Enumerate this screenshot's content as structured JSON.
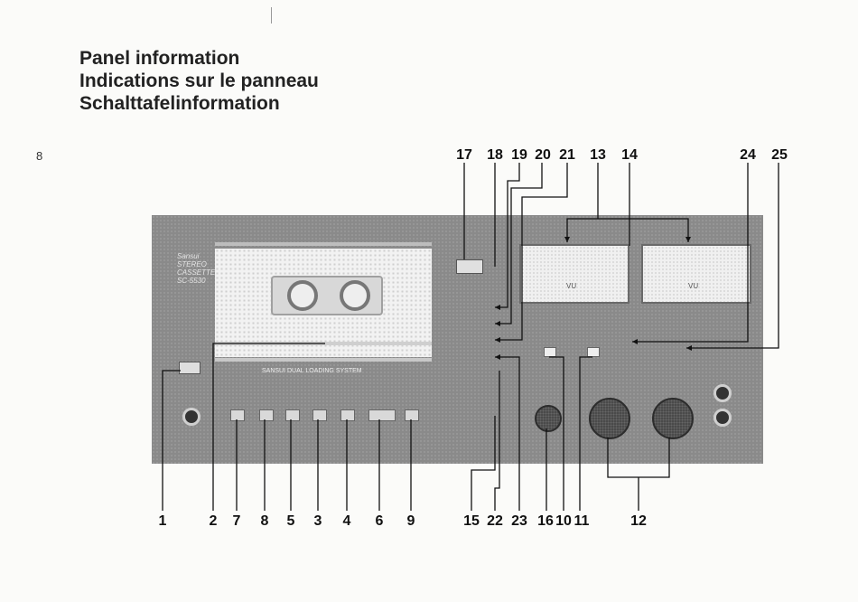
{
  "page": {
    "titles": [
      "Panel information",
      "Indications sur le panneau",
      "Schalttafelinformation"
    ],
    "page_number": "8"
  },
  "panel_text": {
    "brand": "Sansui",
    "model_line1": "STEREO",
    "model_line2": "CASSETTE DECK",
    "model_line3": "SC-5530",
    "vu_left": "VU",
    "vu_right": "VU",
    "cassette_caption": "SANSUI DUAL LOADING SYSTEM"
  },
  "callouts_top": [
    "17",
    "18",
    "19",
    "20",
    "21",
    "13",
    "14",
    "24",
    "25"
  ],
  "callouts_bottom": [
    "1",
    "2",
    "7",
    "8",
    "5",
    "3",
    "4",
    "6",
    "9",
    "15",
    "22",
    "23",
    "16",
    "10",
    "11",
    "12"
  ],
  "colors": {
    "panel": "#8a8a8a",
    "ink": "#111111",
    "background": "#fbfbf9"
  }
}
